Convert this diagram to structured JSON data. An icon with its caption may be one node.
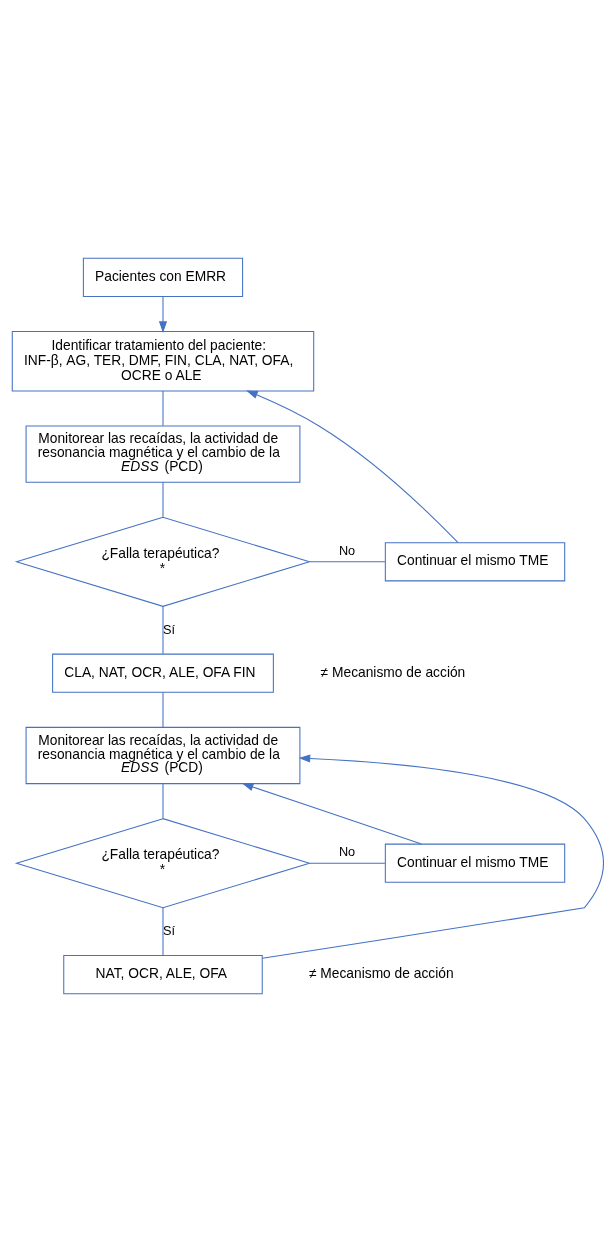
{
  "diagram": {
    "nodes": [
      {
        "text": [
          "Pacientes con EMRR"
        ]
      },
      {
        "text": [
          "Identificar tratamiento del paciente: INF-β, AG, TER, DMF, FIN, CLA, NAT, OFA, OCRE o ALE"
        ]
      },
      {
        "text": [
          "Monitorear las recaídas, la actividad de resonancia magnética y el cambio de la *EDSS* (PCD)"
        ]
      },
      {
        "text": [
          "¿Falla terapéutica? *"
        ]
      },
      {
        "text": [
          "Continuar el mismo TME"
        ]
      },
      {
        "text": [
          "CLA, NAT, OCR, ALE, OFA FIN"
        ]
      },
      {
        "text": [
          "Monitorear las recaídas, la actividad de resonancia magnética y el cambio de la *EDSS* (PCD)"
        ]
      },
      {
        "text": [
          "¿Falla terapéutica? *"
        ]
      },
      {
        "text": [
          "Continuar el mismo TME"
        ]
      },
      {
        "text": [
          "NAT, OCR, ALE, OFA"
        ]
      }
    ],
    "edges": [
      {
        "from": 0,
        "to": 1,
        "arrow": "to"
      },
      {
        "from": 1,
        "to": 2,
        "arrow": "none"
      },
      {
        "from": 2,
        "to": 3,
        "arrow": "none"
      },
      {
        "from": 3,
        "to": 4,
        "arrow": "none",
        "label": "No"
      },
      {
        "from": 4,
        "to": 1,
        "arrow": "to"
      },
      {
        "from": 3,
        "to": 5,
        "arrow": "none",
        "label": "Sí"
      },
      {
        "from": 5,
        "to": 6,
        "arrow": "none"
      },
      {
        "from": 6,
        "to": 7,
        "arrow": "none"
      },
      {
        "from": 7,
        "to": 8,
        "arrow": "none",
        "label": "No"
      },
      {
        "from": 8,
        "to": 6,
        "arrow": "to"
      },
      {
        "from": 7,
        "to": 9,
        "arrow": "none",
        "label": "Sí"
      },
      {
        "from": 9,
        "to": 6,
        "arrow": "to"
      }
    ],
    "labels": [
      "≠ Mecanismo de acción",
      "≠ Mecanismo de acción"
    ]
  }
}
